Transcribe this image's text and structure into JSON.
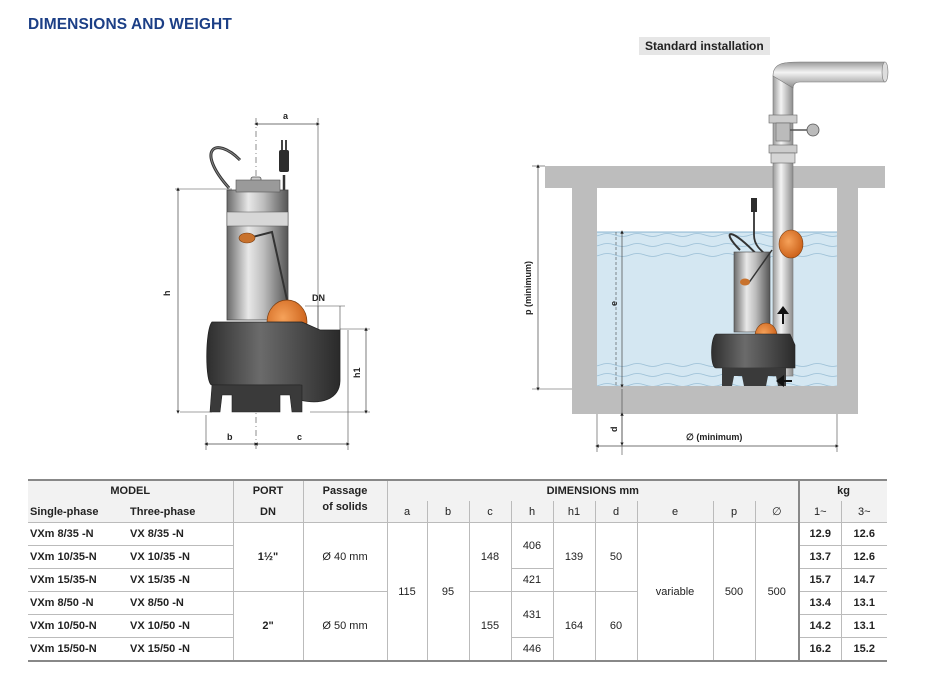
{
  "title": "DIMENSIONS AND WEIGHT",
  "standard_installation_label": "Standard installation",
  "diagram_labels": {
    "a": "a",
    "b": "b",
    "c": "c",
    "h": "h",
    "h1": "h1",
    "dn": "DN",
    "p": "p (minimum)",
    "e": "e",
    "d": "d",
    "diameter": "∅ (minimum)"
  },
  "table": {
    "headers": {
      "model": "MODEL",
      "single_phase": "Single-phase",
      "three_phase": "Three-phase",
      "port": "PORT",
      "dn": "DN",
      "passage_1": "Passage",
      "passage_2": "of solids",
      "dimensions": "DIMENSIONS mm",
      "kg": "kg",
      "cols": [
        "a",
        "b",
        "c",
        "h",
        "h1",
        "d",
        "e",
        "p",
        "∅"
      ],
      "kg_cols": [
        "1~",
        "3~"
      ]
    },
    "rows": [
      {
        "single": "VXm 8/35   -N",
        "three": "VX 8/35   -N",
        "kg1": "12.9",
        "kg3": "12.6"
      },
      {
        "single": "VXm 10/35-N",
        "three": "VX 10/35 -N",
        "kg1": "13.7",
        "kg3": "12.6"
      },
      {
        "single": "VXm 15/35-N",
        "three": "VX 15/35 -N",
        "kg1": "15.7",
        "kg3": "14.7"
      },
      {
        "single": "VXm 8/50   -N",
        "three": "VX 8/50   -N",
        "kg1": "13.4",
        "kg3": "13.1"
      },
      {
        "single": "VXm 10/50-N",
        "three": "VX 10/50 -N",
        "kg1": "14.2",
        "kg3": "13.1"
      },
      {
        "single": "VXm 15/50-N",
        "three": "VX 15/50 -N",
        "kg1": "16.2",
        "kg3": "15.2"
      }
    ],
    "group35": {
      "port": "1½\"",
      "passage": "Ø 40 mm",
      "c": "148",
      "h_a": "406",
      "h_b": "421",
      "h1": "139",
      "d": "50"
    },
    "group50": {
      "port": "2\"",
      "passage": "Ø 50 mm",
      "c": "155",
      "h_a": "431",
      "h_b": "446",
      "h1": "164",
      "d": "60"
    },
    "common": {
      "a": "115",
      "b": "95",
      "e": "variable",
      "p": "500",
      "diam": "500"
    }
  }
}
